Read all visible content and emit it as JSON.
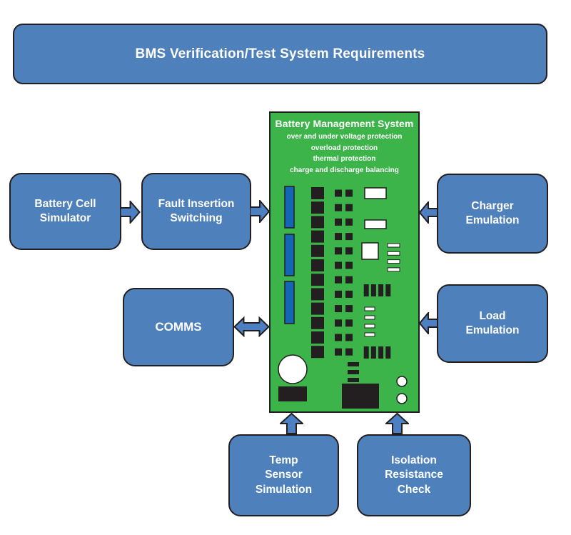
{
  "banner": {
    "title": "BMS Verification/Test System Requirements"
  },
  "bms": {
    "title": "Battery Management System",
    "features": [
      "over and under voltage protection",
      "overload protection",
      "thermal protection",
      "charge and discharge balancing"
    ]
  },
  "blocks": [
    {
      "id": "battery-cell-simulator",
      "label": "Battery Cell\nSimulator"
    },
    {
      "id": "fault-insertion-switching",
      "label": "Fault Insertion\nSwitching"
    },
    {
      "id": "comms",
      "label": "COMMS"
    },
    {
      "id": "charger-emulation",
      "label": "Charger\nEmulation"
    },
    {
      "id": "load-emulation",
      "label": "Load\nEmulation"
    },
    {
      "id": "temp-sensor-simulation",
      "label": "Temp\nSensor\nSimulation"
    },
    {
      "id": "isolation-resistance-check",
      "label": "Isolation\nResistance\nCheck"
    }
  ],
  "arrows": [
    {
      "name": "battery-to-fault",
      "type": "right"
    },
    {
      "name": "fault-to-bms",
      "type": "right"
    },
    {
      "name": "comms-bms",
      "type": "double-horizontal"
    },
    {
      "name": "charger-to-bms",
      "type": "left"
    },
    {
      "name": "load-to-bms",
      "type": "left"
    },
    {
      "name": "temp-to-bms",
      "type": "up"
    },
    {
      "name": "isolation-to-bms",
      "type": "up"
    }
  ],
  "colors": {
    "block-blue": "#4E80BC",
    "arrow-blue": "#4C80C2",
    "board-green": "#3CB44A",
    "bar-blue": "#1266B3",
    "outline": "#231F20",
    "text-white": "#FFFFFF",
    "background": "#FFFFFF"
  }
}
